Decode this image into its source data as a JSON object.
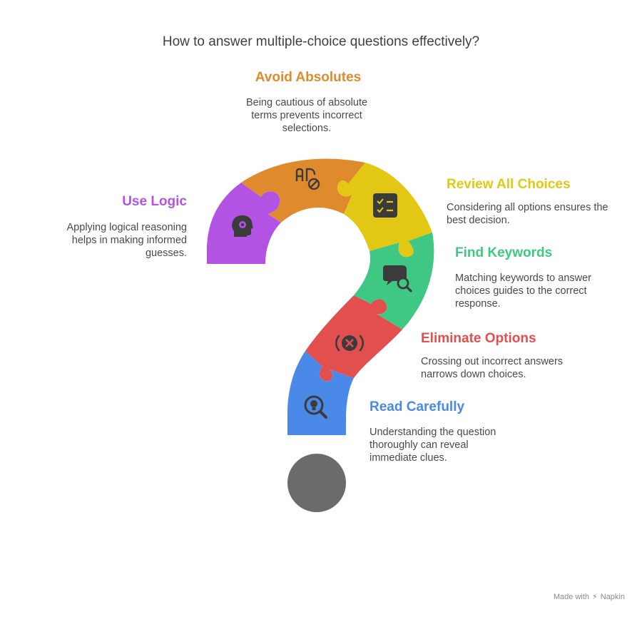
{
  "title": "How to answer multiple-choice questions effectively?",
  "colors": {
    "purple": "#b353e4",
    "orange": "#e08a2e",
    "yellow": "#e2c814",
    "green": "#3ec883",
    "red": "#e34f4f",
    "blue": "#4a89e8",
    "dot": "#6b6b6b",
    "icon": "#3b3b3b"
  },
  "steps": [
    {
      "heading": "Use Logic",
      "description": "Applying logical reasoning helps in making informed guesses.",
      "color": "#b353e4",
      "icon": "brain-head-icon"
    },
    {
      "heading": "Avoid Absolutes",
      "description": "Being cautious of absolute terms prevents incorrect selections.",
      "color": "#e08a2e",
      "icon": "no-absolutes-icon"
    },
    {
      "heading": "Review All Choices",
      "description": "Considering all options ensures the best decision.",
      "color": "#e2c814",
      "icon": "checklist-icon"
    },
    {
      "heading": "Find Keywords",
      "description": "Matching keywords to answer choices guides to the correct response.",
      "color": "#3ec883",
      "icon": "chat-search-icon"
    },
    {
      "heading": "Eliminate Options",
      "description": "Crossing out incorrect answers narrows down choices.",
      "color": "#e34f4f",
      "icon": "eliminate-icon"
    },
    {
      "heading": "Read Carefully",
      "description": "Understanding the question thoroughly can reveal immediate clues.",
      "color": "#4a89e8",
      "icon": "magnify-idea-icon"
    }
  ],
  "footer": {
    "made_with": "Made with",
    "brand": "Napkin"
  }
}
